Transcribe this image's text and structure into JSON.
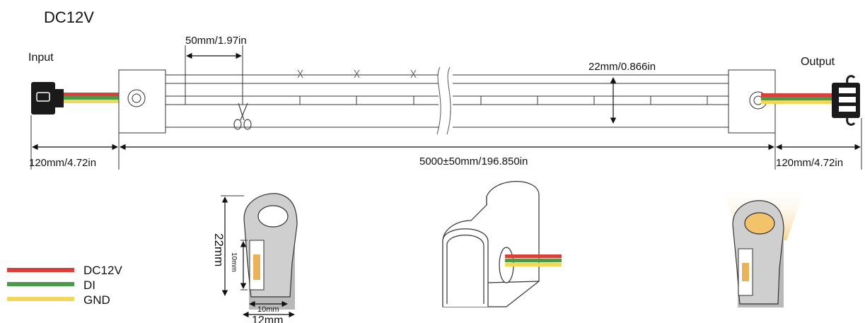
{
  "header": {
    "voltage": "DC12V"
  },
  "strip": {
    "input_label": "Input",
    "output_label": "Output",
    "cut_spacing": "50mm/1.97in",
    "height_dim": "22mm/0.866in",
    "length_dim": "5000±50mm/196.850in",
    "lead_left": "120mm/4.72in",
    "lead_right": "120mm/4.72in"
  },
  "legend": {
    "items": [
      {
        "label": "DC12V",
        "color": "#d9403a"
      },
      {
        "label": "DI",
        "color": "#4a9a4a"
      },
      {
        "label": "GND",
        "color": "#f2d85a"
      }
    ]
  },
  "cross_section": {
    "height": "22mm",
    "inner_height": "10mm",
    "inner_width": "10mm",
    "outer_width": "12mm"
  },
  "colors": {
    "wire_red": "#d9403a",
    "wire_green": "#4a9a4a",
    "wire_yellow": "#f2d85a",
    "profile_gray": "#c8c8c8",
    "glow": "#f3c36b"
  }
}
